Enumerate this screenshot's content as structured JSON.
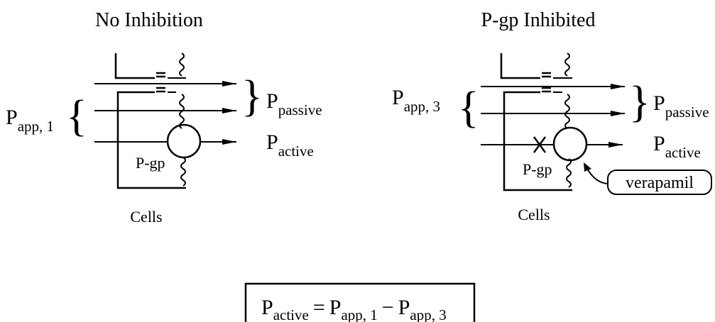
{
  "panels": [
    {
      "title": "No Inhibition",
      "p_app": {
        "main": "P",
        "sub": "app, 1"
      },
      "p_passive": {
        "main": "P",
        "sub": "passive"
      },
      "p_active": {
        "main": "P",
        "sub": "active"
      },
      "transporter_label": "P-gp",
      "cells_label": "Cells"
    },
    {
      "title": "P-gp Inhibited",
      "p_app": {
        "main": "P",
        "sub": "app, 3"
      },
      "p_passive": {
        "main": "P",
        "sub": "passive"
      },
      "p_active": {
        "main": "P",
        "sub": "active"
      },
      "transporter_label": "P-gp",
      "cells_label": "Cells",
      "inhibitor_label": "verapamil"
    }
  ],
  "equation": {
    "lhs": {
      "main": "P",
      "sub": "active"
    },
    "equals": "=",
    "term1": {
      "main": "P",
      "sub": "app, 1"
    },
    "minus": "−",
    "term2": {
      "main": "P",
      "sub": "app, 3"
    }
  }
}
